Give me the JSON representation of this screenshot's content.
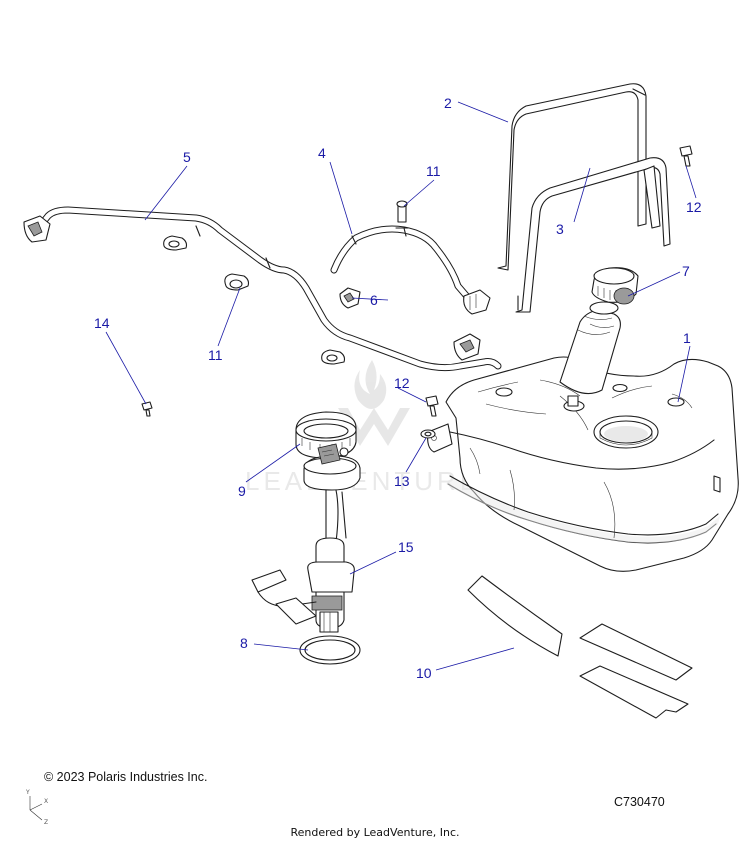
{
  "callouts": [
    {
      "id": "callout-1",
      "text": "1"
    },
    {
      "id": "callout-2",
      "text": "2"
    },
    {
      "id": "callout-3",
      "text": "3"
    },
    {
      "id": "callout-4",
      "text": "4"
    },
    {
      "id": "callout-5",
      "text": "5"
    },
    {
      "id": "callout-6",
      "text": "6"
    },
    {
      "id": "callout-7",
      "text": "7"
    },
    {
      "id": "callout-8",
      "text": "8"
    },
    {
      "id": "callout-9",
      "text": "9"
    },
    {
      "id": "callout-10",
      "text": "10"
    },
    {
      "id": "callout-11a",
      "text": "11"
    },
    {
      "id": "callout-11b",
      "text": "11"
    },
    {
      "id": "callout-12a",
      "text": "12"
    },
    {
      "id": "callout-12b",
      "text": "12"
    },
    {
      "id": "callout-13",
      "text": "13"
    },
    {
      "id": "callout-14",
      "text": "14"
    },
    {
      "id": "callout-15",
      "text": "15"
    }
  ],
  "watermark": "LEADVENTURE",
  "copyright": "© 2023 Polaris Industries Inc.",
  "drawing_number": "C730470",
  "footer": "Rendered by LeadVenture, Inc.",
  "axis": {
    "y": "Y",
    "x": "X",
    "z": "Z"
  },
  "colors": {
    "callout": "#1a1aa6",
    "linework": "#1e1e1e"
  }
}
